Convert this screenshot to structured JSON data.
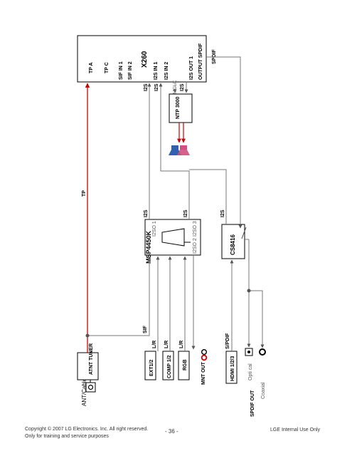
{
  "blocks": {
    "ant_cable": "ANT/Cable",
    "tuner": "ATNT TUNER",
    "ext": "EXT1/2",
    "comp": "COMP 1/2",
    "rgb": "RGB",
    "mnt_out": "MNT OUT",
    "hdmi": "HDMI 1/2/3",
    "spdif_out": "SPDIF OUT",
    "optical": "Opti cal",
    "coaxial": "Coaxial",
    "msp": "MSP4450K",
    "msp_i2so1": "I2SO 1",
    "msp_i2so2": "I2SO 2",
    "msp_i2so3": "I2SO 3",
    "cs": "CS8416",
    "ntp": "NTP 3000",
    "x260": "X260"
  },
  "x260_pins": {
    "tp_a": "TP A",
    "tp_c": "TP C",
    "sif_in1": "SIF IN 1",
    "sif_in2": "SIF IN 2",
    "i2s_in1": "I2S IN 1",
    "i2s_in2": "I2S IN 2",
    "i2s_out1": "I2S OUT 1",
    "output_spdif": "OUTPUT SPDIF",
    "spdif": "SPDIF"
  },
  "signals": {
    "tp": "TP",
    "sif": "SIF",
    "lr": "L/R",
    "i2s": "I2S",
    "spdif": "S/PDIF",
    "mclk": "MCLK"
  },
  "footer": {
    "copyright": "Copyright © 2007 LG Electronics. Inc. All right reserved.",
    "training": "Only for training and service purposes",
    "page": "- 36 -",
    "lge": "LGE Internal Use Only"
  }
}
